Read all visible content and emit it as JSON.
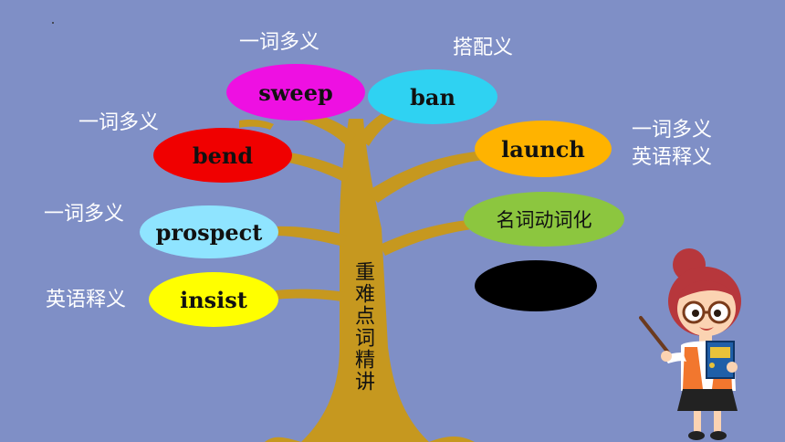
{
  "slide": {
    "trunk_title": "重难点词精讲",
    "words": [
      {
        "id": "sweep",
        "label": "sweep",
        "tag": "一词多义",
        "color": "#EE10E2"
      },
      {
        "id": "ban",
        "label": "ban",
        "tag": "搭配义",
        "color": "#2FD2F2"
      },
      {
        "id": "bend",
        "label": "bend",
        "tag": "一词多义",
        "color": "#F00000"
      },
      {
        "id": "launch",
        "label": "launch",
        "tag": "一词多义\n英语释义",
        "color": "#FFB300"
      },
      {
        "id": "prospect",
        "label": "prospect",
        "tag": "一词多义",
        "color": "#8FE4FF"
      },
      {
        "id": "nominalization",
        "label": "名词动词化",
        "tag": "",
        "color": "#8CC63F"
      },
      {
        "id": "insist",
        "label": "insist",
        "tag": "英语释义",
        "color": "#FFFF00"
      },
      {
        "id": "hidden",
        "label": "",
        "tag": "",
        "color": "#000000"
      }
    ],
    "colors": {
      "background": "#7F8FC6",
      "trunk": "#C6981F",
      "text_tag": "#FFFFFF"
    }
  }
}
